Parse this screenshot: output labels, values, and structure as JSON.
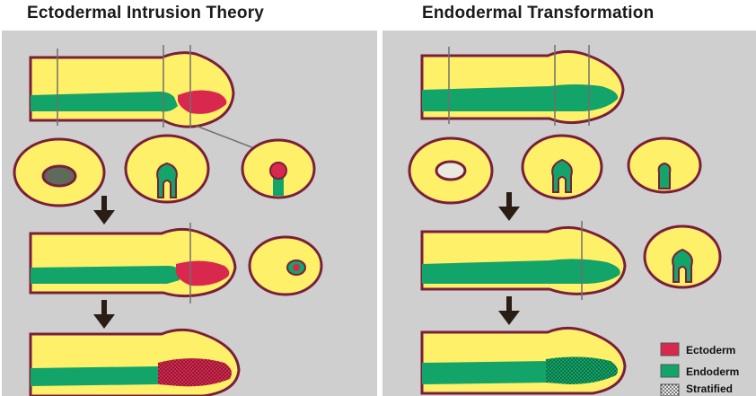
{
  "titles": {
    "left": "Ectodermal Intrusion Theory",
    "right": "Endodermal Transformation"
  },
  "colors": {
    "panel": "#cfcfcf",
    "mesenchyme": "#fff06a",
    "outline": "#7a1f3a",
    "endoderm": "#12a468",
    "ectoderm": "#d8284e",
    "arrow": "#2a1e14",
    "guide_line": "#707070"
  },
  "legend": {
    "ectoderm": "Ectoderm",
    "endoderm": "Endoderm",
    "stratified": "Stratified"
  }
}
